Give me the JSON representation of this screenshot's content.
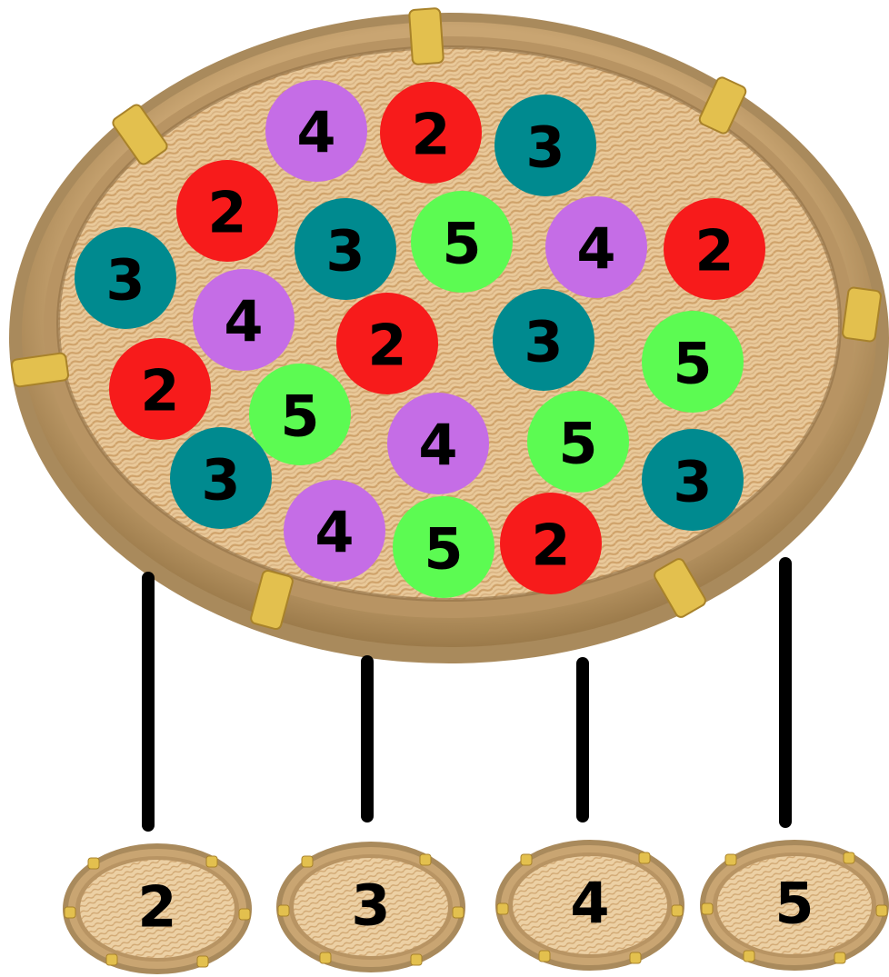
{
  "colors": {
    "2": "#f71b1b",
    "3": "#008a8f",
    "4": "#c56de6",
    "5": "#5cfb52"
  },
  "balls": [
    {
      "label": "4"
    },
    {
      "label": "2"
    },
    {
      "label": "3"
    },
    {
      "label": "2"
    },
    {
      "label": "3"
    },
    {
      "label": "5"
    },
    {
      "label": "4"
    },
    {
      "label": "2"
    },
    {
      "label": "3"
    },
    {
      "label": "4"
    },
    {
      "label": "2"
    },
    {
      "label": "3"
    },
    {
      "label": "5"
    },
    {
      "label": "2"
    },
    {
      "label": "5"
    },
    {
      "label": "4"
    },
    {
      "label": "5"
    },
    {
      "label": "3"
    },
    {
      "label": "3"
    },
    {
      "label": "4"
    },
    {
      "label": "5"
    },
    {
      "label": "2"
    }
  ],
  "bowls": [
    {
      "label": "2"
    },
    {
      "label": "3"
    },
    {
      "label": "4"
    },
    {
      "label": "5"
    }
  ]
}
